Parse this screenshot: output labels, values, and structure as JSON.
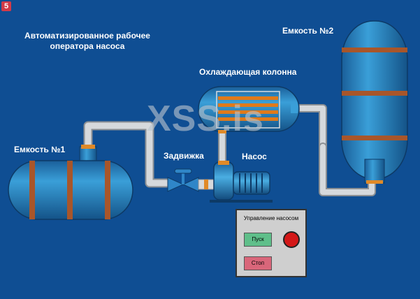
{
  "page_number": "5",
  "title": "Автоматизированное рабочее оператора насоса",
  "watermark": "XSS.is",
  "labels": {
    "tank1": "Емкость №1",
    "tank2": "Емкость №2",
    "cooling_column": "Охлаждающая колонна",
    "valve": "Задвижка",
    "pump": "Насос"
  },
  "control_panel": {
    "title": "Управление насосом",
    "start_label": "Пуск",
    "stop_label": "Стоп",
    "status_lamp_color": "#d41818"
  },
  "colors": {
    "background": "#0f4e93",
    "vessel": "#1c76b5",
    "band": "#a8562a",
    "pipe": "#c4c8cc",
    "flange": "#e08a28",
    "cooler_tube": "#e07a1a"
  }
}
